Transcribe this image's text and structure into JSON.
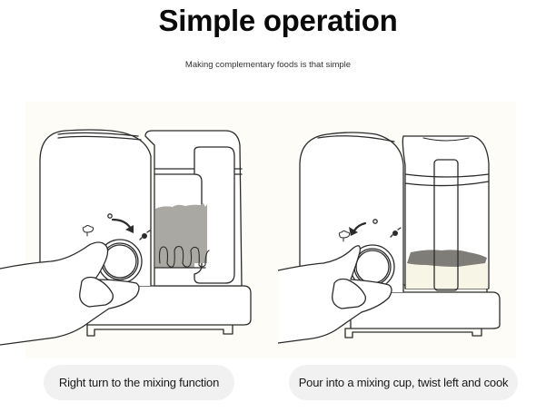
{
  "header": {
    "title": "Simple operation",
    "subtitle": "Making complementary foods is that simple"
  },
  "steps": [
    {
      "caption": "Right turn to the mixing function",
      "illustration": "hand-turning-knob-right-blender-mixing",
      "arrow_direction": "right",
      "icons": [
        "steam-icon",
        "mixing-icon",
        "indicator-dot"
      ],
      "colors": {
        "food": "#a9a8a3",
        "outline": "#2b2b2b"
      }
    },
    {
      "caption": "Pour into a mixing cup, twist left and cook",
      "illustration": "hand-turning-knob-left-cup-cooking",
      "arrow_direction": "left",
      "icons": [
        "steam-icon",
        "mixing-icon",
        "indicator-dot"
      ],
      "colors": {
        "food": "#7e7d78",
        "liquid": "#f7f5e6",
        "outline": "#2b2b2b"
      }
    }
  ],
  "colors": {
    "panel_bg": "#fdfcf6",
    "pill_bg": "#f1f1f1",
    "title": "#0a0a0a"
  }
}
